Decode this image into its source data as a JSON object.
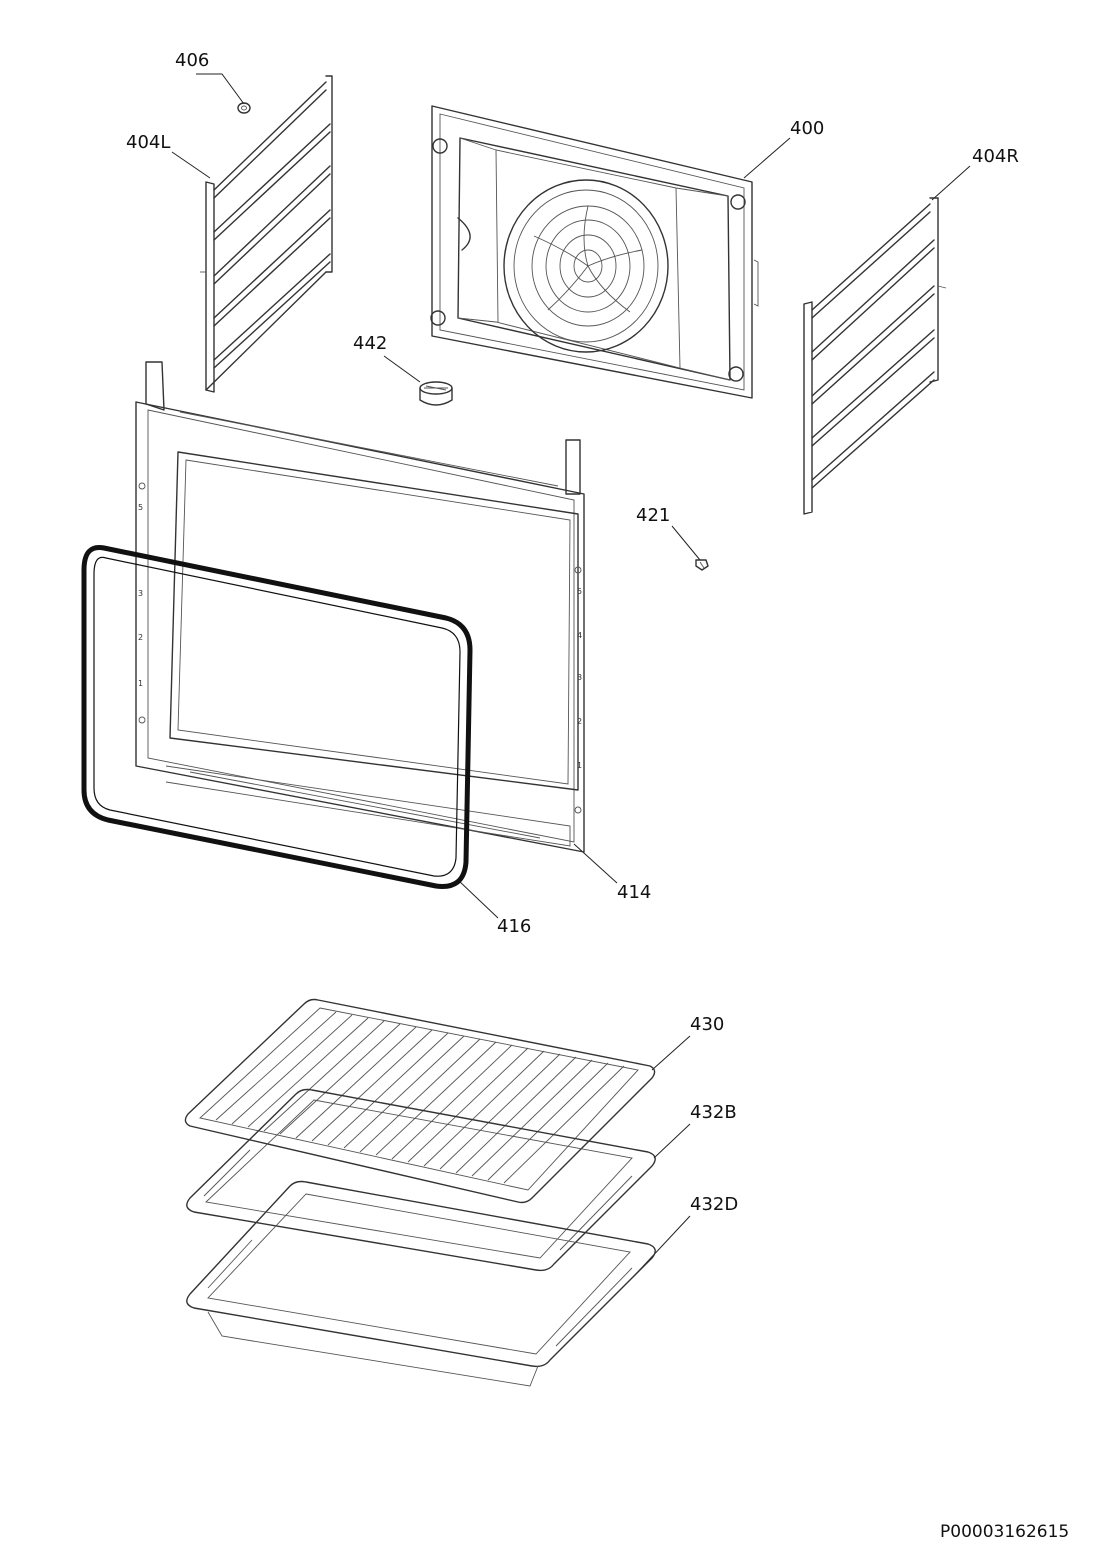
{
  "labels": {
    "p406": "406",
    "p404L": "404L",
    "p400": "400",
    "p404R": "404R",
    "p442": "442",
    "p421": "421",
    "p414": "414",
    "p416": "416",
    "p430": "430",
    "p432B": "432B",
    "p432D": "432D"
  },
  "drawing_code": "P00003162615"
}
